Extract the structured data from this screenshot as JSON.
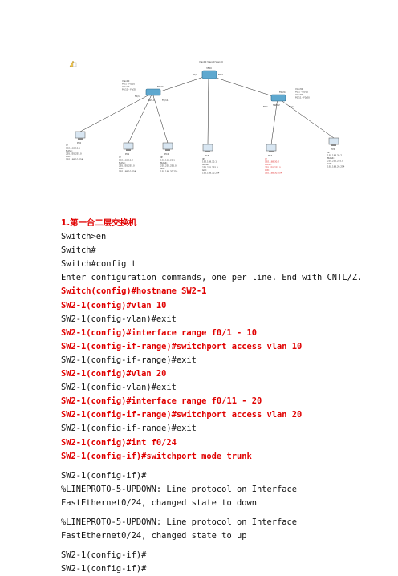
{
  "topology": {
    "top_label": "Vlan10 Vlan20 Vlan30",
    "l3_switch": {
      "name": "3560",
      "port_labels": [
        "F0/1",
        "F0/2"
      ]
    },
    "sw_left": {
      "name": "SW2-1",
      "vlan_labels": [
        "Vlan10",
        "F0/1 - F0/10",
        "Vlan20",
        "F0/11 - F0/20"
      ],
      "ports": [
        "F0/24",
        "F0/1",
        "F0/11"
      ]
    },
    "sw_right": {
      "name": "SW2-2",
      "vlan_labels": [
        "Vlan30",
        "F0/1 - F0/10",
        "Vlan30",
        "F0/11 - F0/20"
      ],
      "ports": [
        "F0/1",
        "F0/11",
        "F0/24"
      ]
    },
    "pcs": [
      {
        "name": "PC0",
        "info": [
          "IP:",
          "192.168.10.1",
          "MASK:",
          "255.255.255.0",
          "GW:",
          "192.168.10.254"
        ],
        "red": false
      },
      {
        "name": "PC1",
        "info": [
          "IP:",
          "192.168.10.2",
          "MASK:",
          "255.255.255.0",
          "GW:",
          "192.168.10.254"
        ],
        "red": false
      },
      {
        "name": "PC2",
        "info": [
          "IP:",
          "192.168.20.1",
          "MASK:",
          "255.255.255.0",
          "GW:",
          "192.168.20.254"
        ],
        "red": false
      },
      {
        "name": "PC3",
        "info": [
          "IP:",
          "192.168.30.1",
          "MASK:",
          "255.255.255.0",
          "GW:",
          "192.168.30.254"
        ],
        "red": false
      },
      {
        "name": "PC4",
        "info": [
          "IP:",
          "192.168.30.2",
          "MASK:",
          "255.255.255.0",
          "GW:",
          "192.168.30.254"
        ],
        "red": true
      },
      {
        "name": "PC5",
        "info": [
          "IP:",
          "192.168.20.2",
          "MASK:",
          "255.255.255.0",
          "GW:",
          "192.168.20.254"
        ],
        "red": false
      }
    ]
  },
  "document": {
    "heading": "1.第一台二层交换机",
    "lines": [
      {
        "text": "Switch>en",
        "red": false
      },
      {
        "text": "Switch#",
        "red": false
      },
      {
        "text": "Switch#config t",
        "red": false
      },
      {
        "text": "Enter configuration commands, one per line. End with CNTL/Z.",
        "red": false
      },
      {
        "text": "Switch(config)#hostname SW2-1",
        "red": true
      },
      {
        "text": "SW2-1(config)#vlan 10",
        "red": true
      },
      {
        "text": "SW2-1(config-vlan)#exit",
        "red": false
      },
      {
        "text": "SW2-1(config)#interface range f0/1 - 10",
        "red": true
      },
      {
        "text": "SW2-1(config-if-range)#switchport access vlan 10",
        "red": true
      },
      {
        "text": "SW2-1(config-if-range)#exit",
        "red": false
      },
      {
        "text": "SW2-1(config)#vlan 20",
        "red": true
      },
      {
        "text": "SW2-1(config-vlan)#exit",
        "red": false
      },
      {
        "text": "SW2-1(config)#interface range f0/11 - 20",
        "red": true
      },
      {
        "text": "SW2-1(config-if-range)#switchport access vlan 20",
        "red": true
      },
      {
        "text": "SW2-1(config-if-range)#exit",
        "red": false
      },
      {
        "text": "SW2-1(config)#int f0/24",
        "red": true
      },
      {
        "text": "SW2-1(config-if)#switchport mode trunk",
        "red": true
      }
    ],
    "after": [
      "SW2-1(config-if)#",
      "%LINEPROTO-5-UPDOWN: Line protocol on Interface FastEthernet0/24, changed state to down",
      "%LINEPROTO-5-UPDOWN: Line protocol on Interface FastEthernet0/24, changed state to up",
      "SW2-1(config-if)#",
      "SW2-1(config-if)#"
    ]
  }
}
